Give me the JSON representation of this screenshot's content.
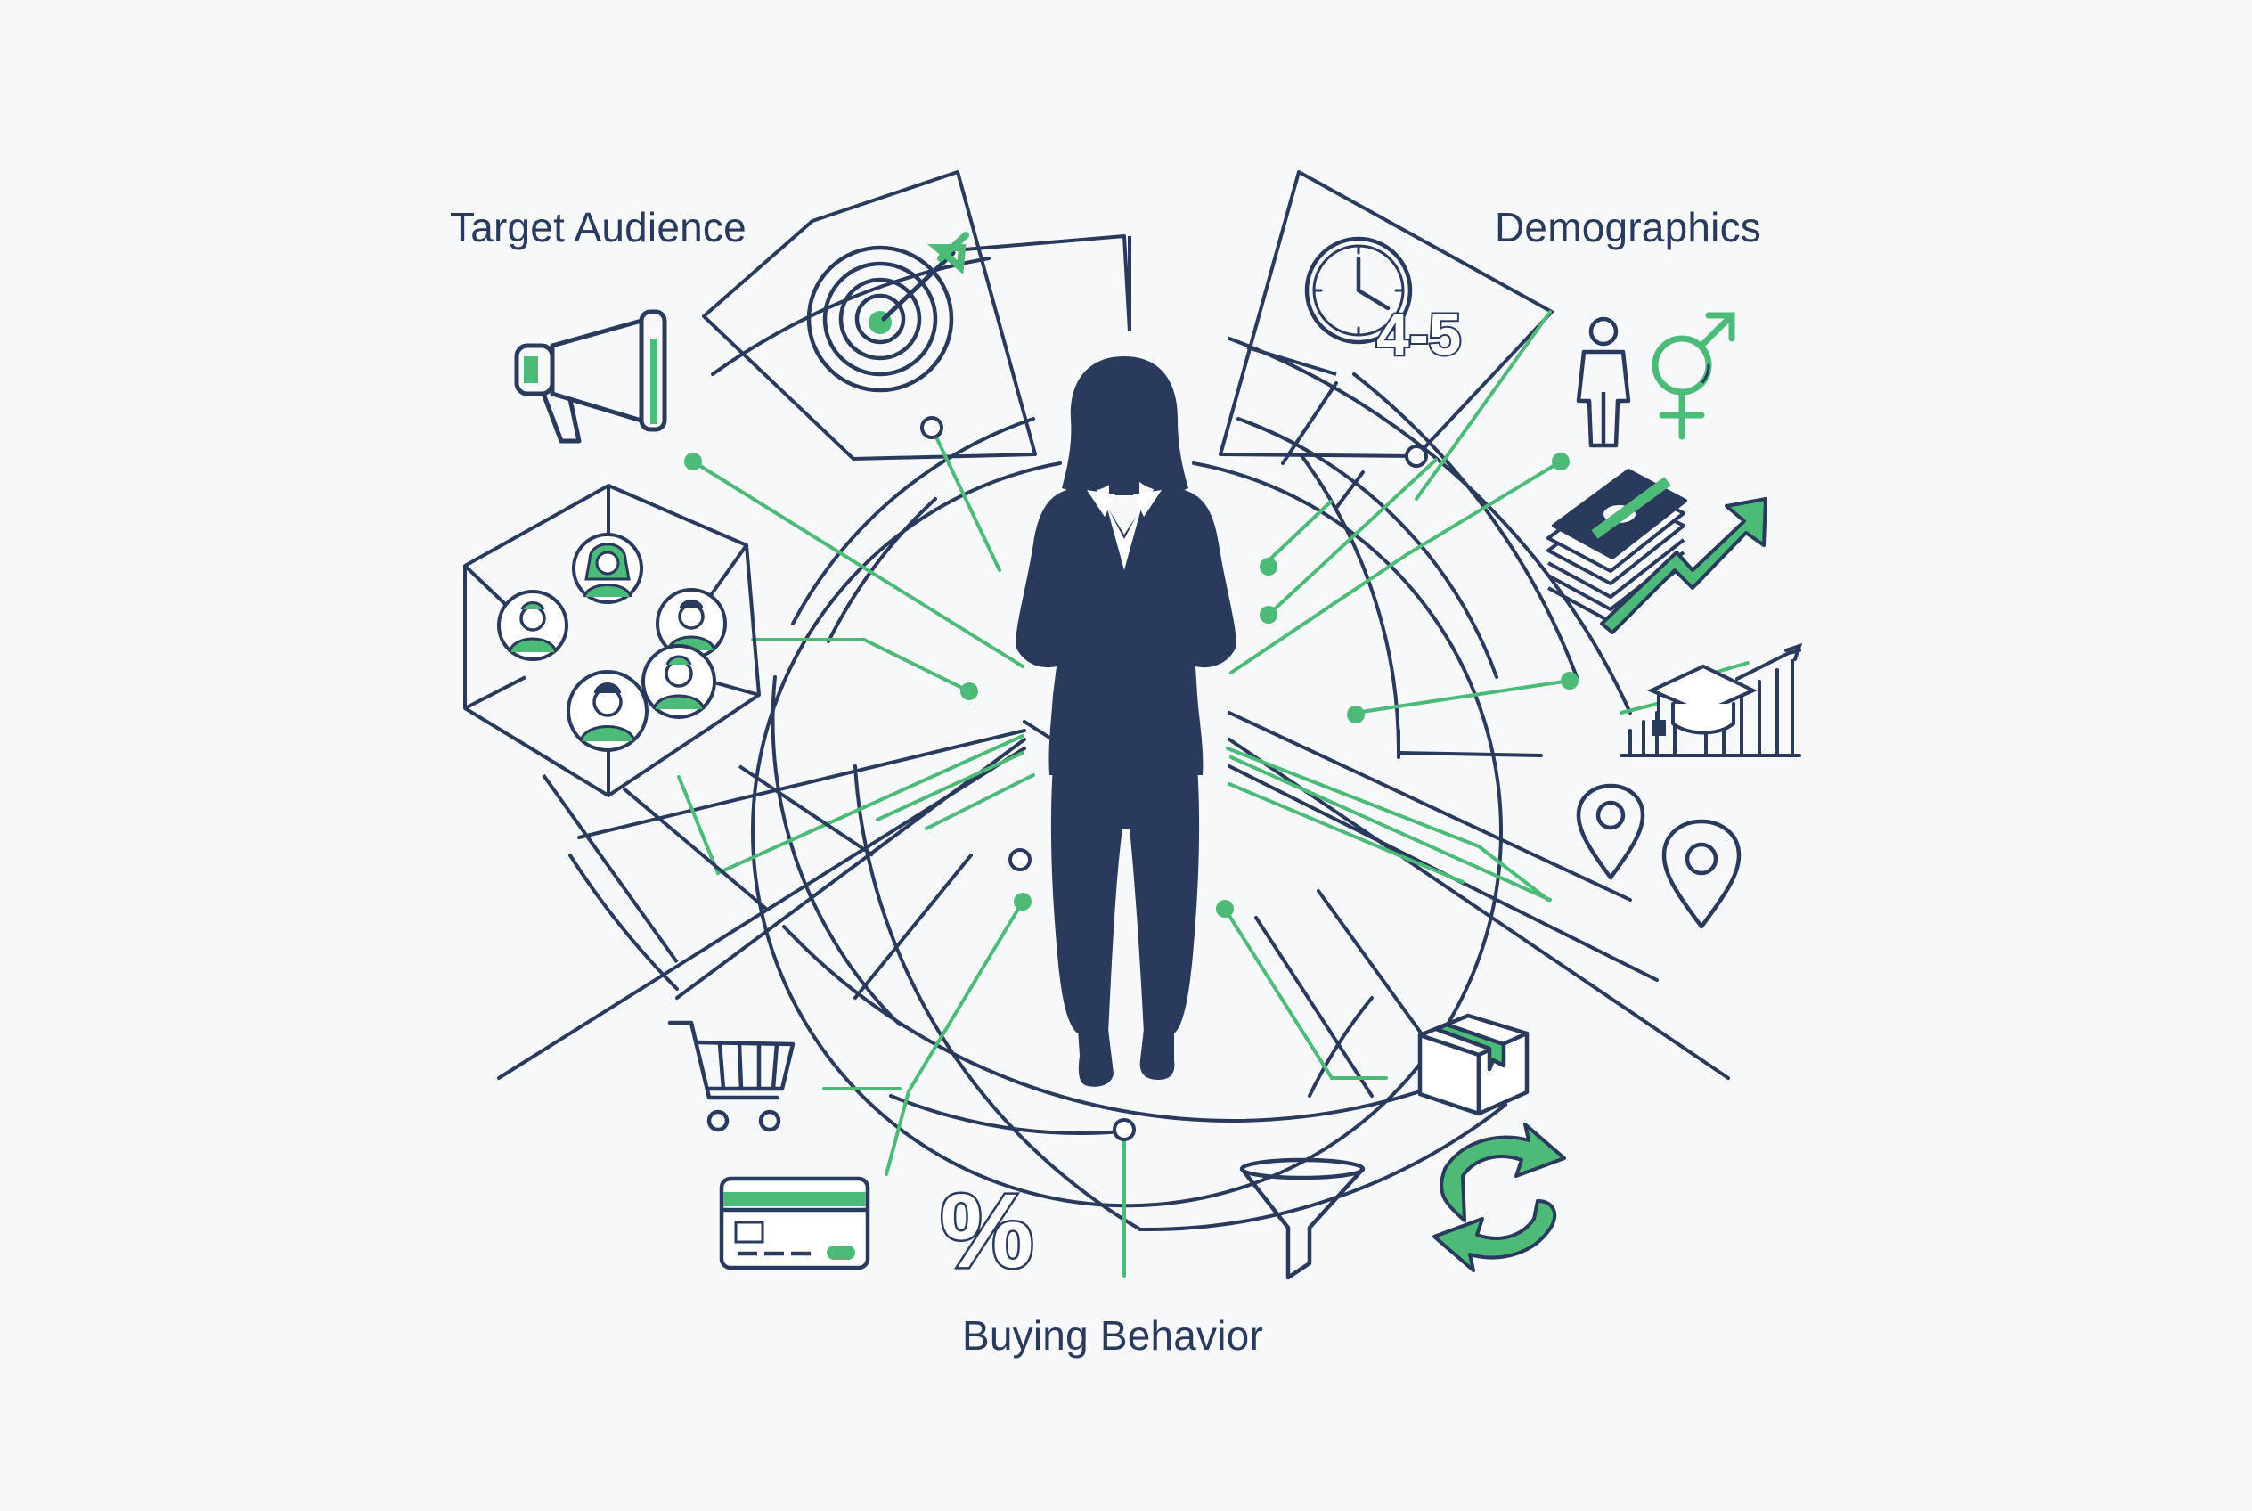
{
  "labels": {
    "target_audience": "Target Audience",
    "demographics": "Demographics",
    "buying_behavior": "Buying Behavior"
  },
  "icons": {
    "clock_text": "4-5",
    "percent_text": "%"
  },
  "colors": {
    "navy": "#2a3a5c",
    "green": "#4cbb78",
    "background": "#f6f8fa"
  }
}
